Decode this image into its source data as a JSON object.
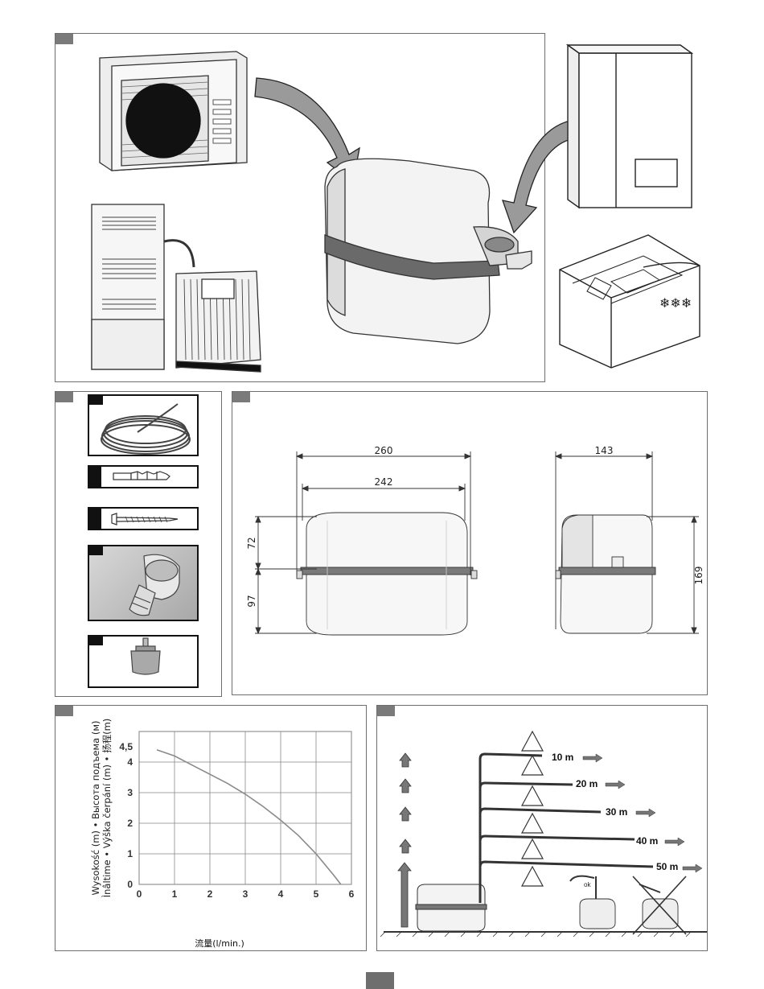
{
  "dimensions": {
    "front_width_outer": "260",
    "front_width_inner": "242",
    "upper_height": "72",
    "lower_height": "97",
    "side_width": "143",
    "side_height": "169"
  },
  "chart_data": {
    "type": "line",
    "x": [
      0.5,
      1,
      1.5,
      2,
      2.5,
      3,
      3.5,
      4,
      4.5,
      5,
      5.5,
      5.7
    ],
    "series": [
      {
        "values": [
          4.4,
          4.2,
          3.9,
          3.6,
          3.3,
          2.95,
          2.55,
          2.1,
          1.6,
          1.0,
          0.3,
          0.0
        ]
      }
    ],
    "xticks": [
      "0",
      "1",
      "2",
      "3",
      "4",
      "5",
      "6"
    ],
    "yticks": [
      "0",
      "1",
      "2",
      "3",
      "4",
      "4,5"
    ],
    "xlim": [
      0,
      6
    ],
    "ylim": [
      0,
      5
    ],
    "ylabel_line1": "Wysokość (m) • Высота подъема (м)",
    "ylabel_line2": "Ìnâltime • Výška čerpání (m) • 扬程(m)",
    "xlabel": "流量(l/min.)",
    "grid": true,
    "line_color": "#8a8a8a"
  },
  "installation": {
    "distances": [
      "10 m",
      "20 m",
      "30 m",
      "40 m",
      "50 m"
    ],
    "ok_label": "ok"
  }
}
